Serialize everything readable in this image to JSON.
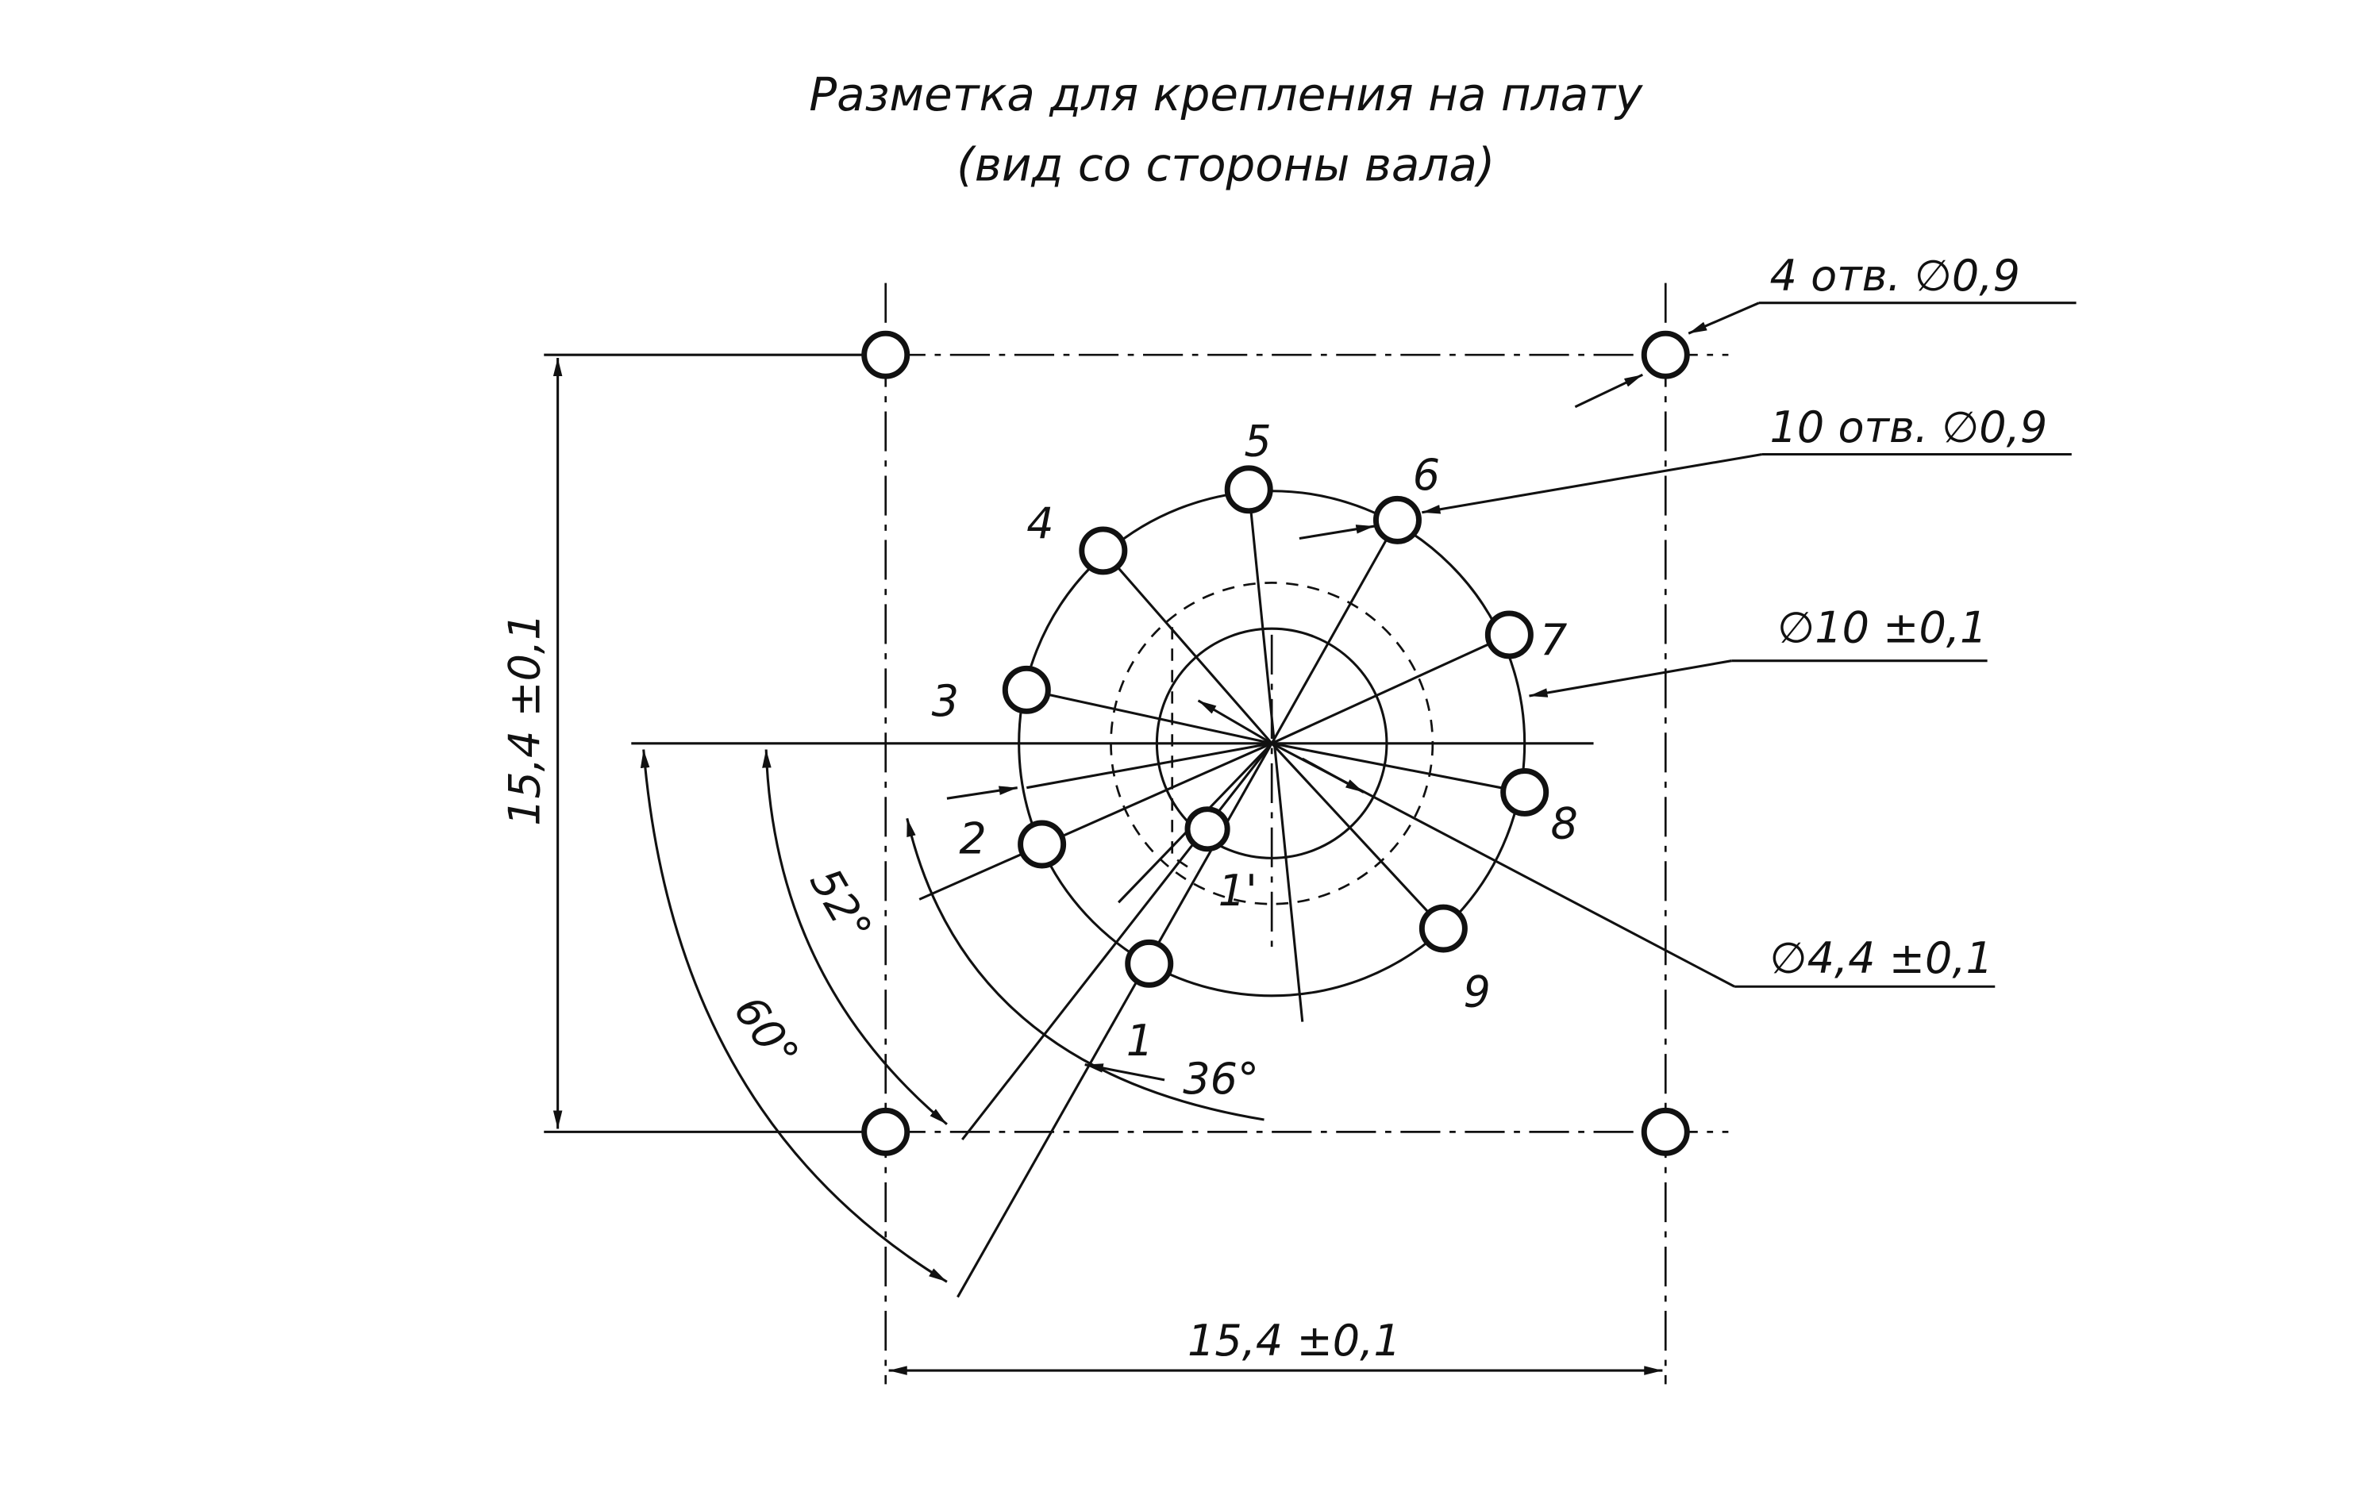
{
  "title": {
    "line1": "Разметка для крепления на плату",
    "line2": "(вид со стороны вала)"
  },
  "callouts": {
    "mount_holes": "4 отв. ∅0,9",
    "pin_holes": "10 отв. ∅0,9",
    "pitch_circle": "∅10 ±0,1",
    "inner_circle": "∅4,4 ±0,1"
  },
  "dimensions": {
    "width": "15,4 ±0,1",
    "height": "15,4 ±0,1",
    "angle_60": "60°",
    "angle_52": "52°",
    "angle_36": "36°"
  },
  "holes": [
    {
      "label": "1"
    },
    {
      "label": "2"
    },
    {
      "label": "3"
    },
    {
      "label": "4"
    },
    {
      "label": "5"
    },
    {
      "label": "6"
    },
    {
      "label": "7"
    },
    {
      "label": "8"
    },
    {
      "label": "9"
    },
    {
      "label": "1'"
    }
  ]
}
